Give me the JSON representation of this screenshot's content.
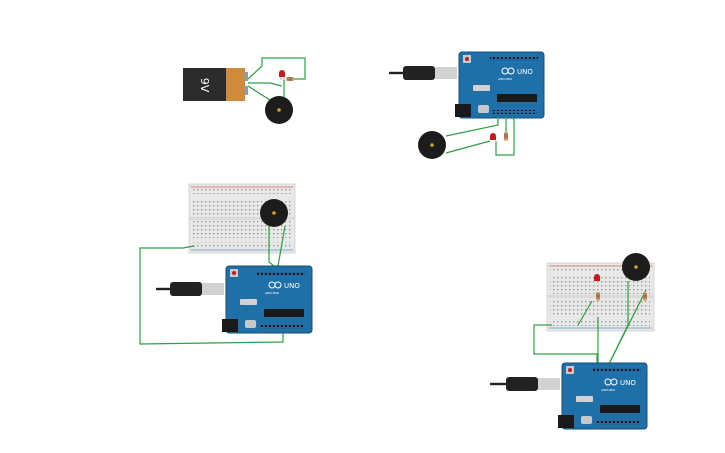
{
  "canvas": {
    "background": "#ffffff"
  },
  "labels": {
    "battery_voltage": "9V",
    "board_model": "UNO",
    "board_brand": "ARDUINO"
  },
  "colors": {
    "board": "#1f6fa8",
    "board_edge": "#174f78",
    "wire": "#2ea043",
    "battery_body": "#2b2b2b",
    "battery_cap": "#d08a3c",
    "breadboard": "#e8e8e6",
    "buzzer": "#1c1c1c",
    "buzzer_center": "#d4a21e",
    "led": "#c41c1c",
    "resistor": "#d9b07a",
    "usb_plug": "#222222",
    "usb_metal": "#d2d2d2"
  },
  "components": {
    "circuits": [
      "battery-buzzer-led",
      "arduino-buzzer-led",
      "breadboard-arduino-buzzer",
      "breadboard-arduino-buzzer-leds"
    ]
  }
}
